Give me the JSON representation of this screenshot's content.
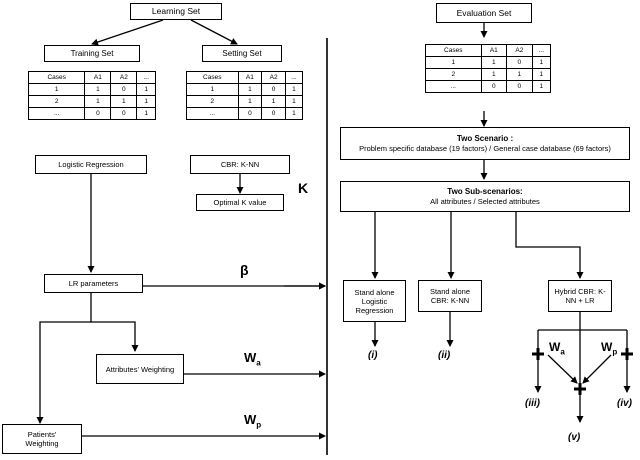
{
  "learning": {
    "title": "Learning Set",
    "training": "Training Set",
    "setting": "Setting Set",
    "table_header": [
      "Cases",
      "A1",
      "A2",
      "..."
    ],
    "training_rows": [
      [
        "1",
        "1",
        "0",
        "1"
      ],
      [
        "2",
        "1",
        "1",
        "1"
      ],
      [
        "...",
        "0",
        "0",
        "1"
      ]
    ],
    "setting_rows": [
      [
        "1",
        "1",
        "0",
        "1"
      ],
      [
        "2",
        "1",
        "1",
        "1"
      ],
      [
        "...",
        "0",
        "0",
        "1"
      ]
    ],
    "logistic": "Logistic Regression",
    "cbr": "CBR: K-NN",
    "optimal_k": "Optimal K value",
    "lr_params": "LR parameters",
    "attr_weighting": "Attributes' Weighting",
    "patient_weighting": "Patients' Weighting"
  },
  "symbols": {
    "k": "K",
    "beta": "β",
    "wa_base": "W",
    "wa_sub": "a",
    "wp_base": "W",
    "wp_sub": "p"
  },
  "evaluation": {
    "title": "Evaluation Set",
    "table_header": [
      "Cases",
      "A1",
      "A2",
      "..."
    ],
    "rows": [
      [
        "1",
        "1",
        "0",
        "1"
      ],
      [
        "2",
        "1",
        "1",
        "1"
      ],
      [
        "...",
        "0",
        "0",
        "1"
      ]
    ],
    "scenario_title": "Two Scenario :",
    "scenario_text": "Problem specific database (19 factors) / General case database (69 factors)",
    "subscenario_title": "Two Sub-scenarios:",
    "subscenario_text": "All attributes / Selected attributes",
    "standalone_lr": "Stand alone Logistic Regression",
    "standalone_cbr": "Stand alone CBR: K-NN",
    "hybrid": "Hybrid CBR: K-NN + LR",
    "outcomes": [
      "(i)",
      "(ii)",
      "(iii)",
      "(iv)",
      "(v)"
    ]
  }
}
